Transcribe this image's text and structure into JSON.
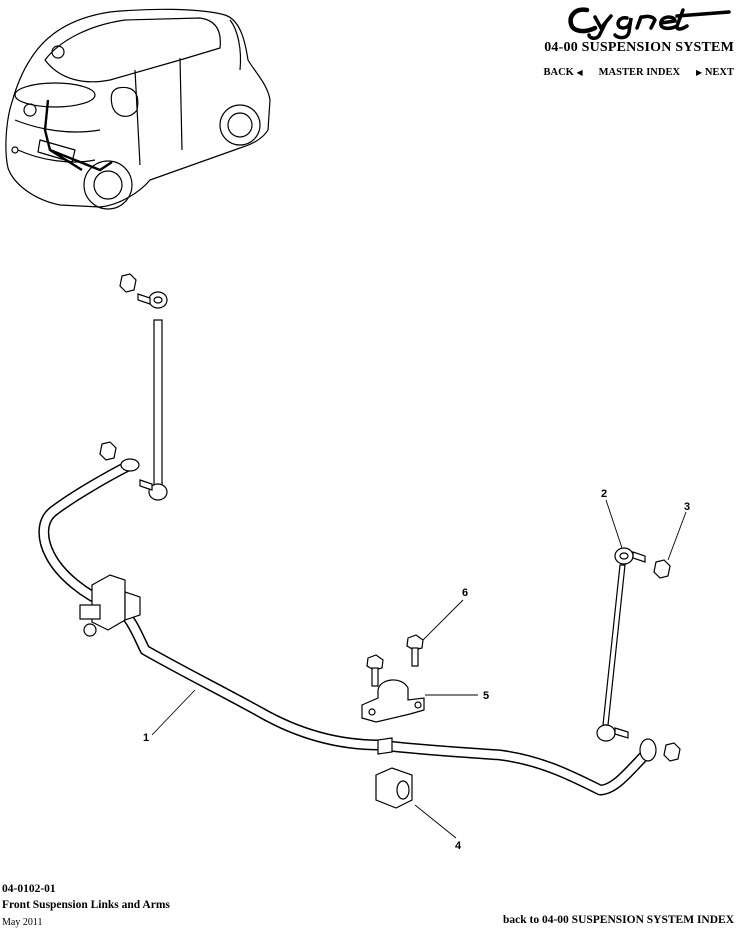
{
  "header": {
    "brand": "Cygnet",
    "system_title": "04-00 SUSPENSION SYSTEM",
    "nav": {
      "back": "BACK",
      "master_index": "MASTER INDEX",
      "next": "NEXT"
    }
  },
  "callouts": [
    "1",
    "2",
    "3",
    "4",
    "5",
    "6"
  ],
  "footer": {
    "code": "04-0102-01",
    "title": "Front Suspension Links and Arms",
    "date": "May 2011",
    "index_link": "back to 04-00 SUSPENSION SYSTEM INDEX"
  }
}
